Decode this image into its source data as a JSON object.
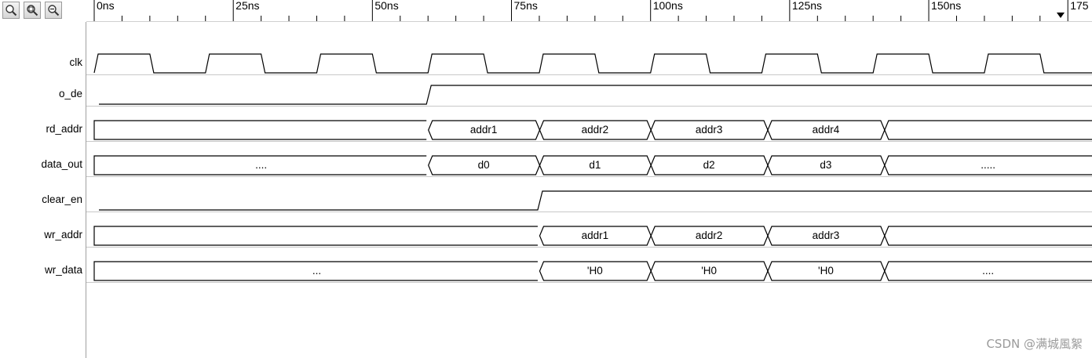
{
  "toolbar": {
    "buttons": [
      {
        "icon": "zoom-icon"
      },
      {
        "icon": "zoom-fit-icon"
      },
      {
        "icon": "zoom-out-icon"
      }
    ]
  },
  "ruler": {
    "ns_per_tick": 25,
    "labels": [
      "0ns",
      "25ns",
      "50ns",
      "75ns",
      "100ns",
      "125ns",
      "150ns",
      "175"
    ],
    "marker_icon": "cursor-triangle-icon"
  },
  "colors": {
    "wave": "#000000",
    "separator": "#c8c8c8",
    "watermark": "#9a9a9a"
  },
  "signals": [
    {
      "name": "clk",
      "type": "clock",
      "period_ns": 20,
      "first_rise_ns": 0
    },
    {
      "name": "o_de",
      "type": "bit",
      "init": 0,
      "edges": [
        {
          "t": 60,
          "v": 1
        }
      ]
    },
    {
      "name": "rd_addr",
      "type": "bus",
      "segments": [
        {
          "start": 0,
          "end": 60,
          "label": ""
        },
        {
          "start": 60,
          "end": 80,
          "label": "addr1"
        },
        {
          "start": 80,
          "end": 100,
          "label": "addr2"
        },
        {
          "start": 100,
          "end": 121,
          "label": "addr3"
        },
        {
          "start": 121,
          "end": 142,
          "label": "addr4"
        },
        {
          "start": 142,
          "end": 182,
          "label": ""
        }
      ]
    },
    {
      "name": "data_out",
      "type": "bus",
      "segments": [
        {
          "start": 0,
          "end": 60,
          "label": "...."
        },
        {
          "start": 60,
          "end": 80,
          "label": "d0"
        },
        {
          "start": 80,
          "end": 100,
          "label": "d1"
        },
        {
          "start": 100,
          "end": 121,
          "label": "d2"
        },
        {
          "start": 121,
          "end": 142,
          "label": "d3"
        },
        {
          "start": 142,
          "end": 182,
          "label": "....."
        }
      ]
    },
    {
      "name": "clear_en",
      "type": "bit",
      "init": 0,
      "edges": [
        {
          "t": 80,
          "v": 1
        }
      ]
    },
    {
      "name": "wr_addr",
      "type": "bus",
      "segments": [
        {
          "start": 0,
          "end": 80,
          "label": ""
        },
        {
          "start": 80,
          "end": 100,
          "label": "addr1"
        },
        {
          "start": 100,
          "end": 121,
          "label": "addr2"
        },
        {
          "start": 121,
          "end": 142,
          "label": "addr3"
        },
        {
          "start": 142,
          "end": 182,
          "label": ""
        }
      ]
    },
    {
      "name": "wr_data",
      "type": "bus",
      "segments": [
        {
          "start": 0,
          "end": 80,
          "label": "..."
        },
        {
          "start": 80,
          "end": 100,
          "label": "'H0"
        },
        {
          "start": 100,
          "end": 121,
          "label": "'H0"
        },
        {
          "start": 121,
          "end": 142,
          "label": "'H0"
        },
        {
          "start": 142,
          "end": 182,
          "label": "...."
        }
      ]
    }
  ],
  "watermark": "CSDN @满城風絮"
}
